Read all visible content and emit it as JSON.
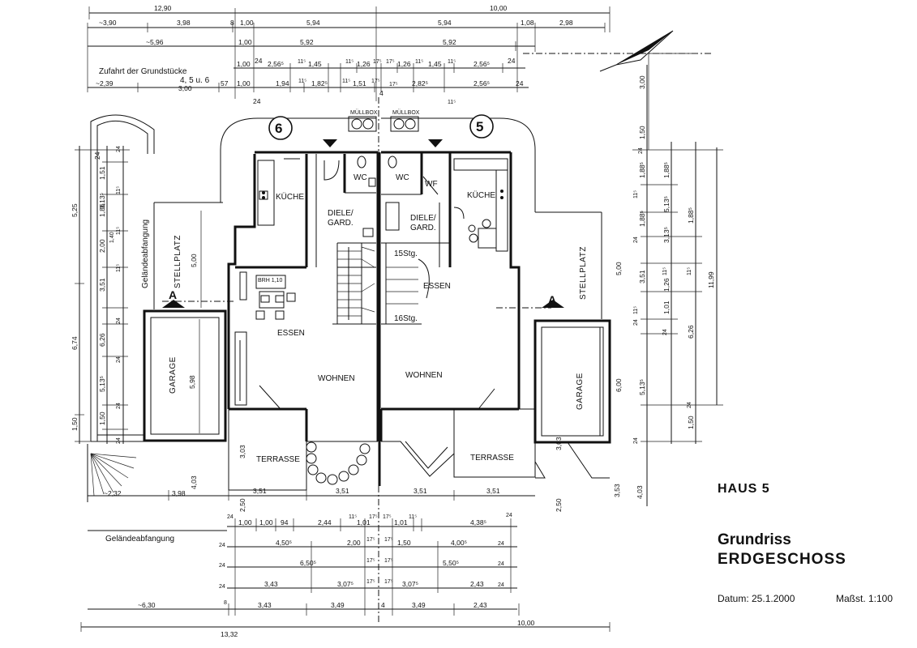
{
  "drawing": {
    "house_label": "HAUS 5",
    "title_line1": "Grundriss",
    "title_line2": "ERDGESCHOSS",
    "date": "Datum: 25.1.2000",
    "scale": "Maßst. 1:100"
  },
  "site_notes": {
    "access": "Zufahrt der Grundstücke",
    "lots": "4, 5 u. 6",
    "embankment_bottom": "Geländeabfangung",
    "embankment_side": "Geländeabfangung"
  },
  "house_numbers": {
    "left": "6",
    "right": "5"
  },
  "section_marks": {
    "left": "A",
    "right": "A"
  },
  "rooms": {
    "left_kitchen": "KÜCHE",
    "left_hall": "DIELE/",
    "left_hall2": "GARD.",
    "left_wc": "WC",
    "left_dining": "ESSEN",
    "left_living": "WOHNEN",
    "left_terrace": "TERRASSE",
    "left_garage": "GARAGE",
    "left_parking": "STELLPLATZ",
    "left_bin": "MÜLLBOX",
    "right_kitchen": "KÜCHE",
    "right_hall": "DIELE/",
    "right_hall2": "GARD.",
    "right_wc": "WC",
    "right_wf": "WF",
    "right_dining": "ESSEN",
    "right_living": "WOHNEN",
    "right_terrace": "TERRASSE",
    "right_garage": "GARAGE",
    "right_parking": "STELLPLATZ",
    "right_bin": "MÜLLBOX",
    "stairs_15": "15Stg.",
    "stairs_16": "16Stg.",
    "brh_note": "BRH 1,10"
  },
  "dims": {
    "top1": [
      "12,90",
      "10,00"
    ],
    "top2": [
      "~3,90",
      "3,98",
      "8",
      "1,00",
      "5,94",
      "5,94",
      "1,08",
      "2,98"
    ],
    "top3": [
      "~5,96",
      "1,00",
      "5,92",
      "5,92"
    ],
    "top4": [
      "1,00",
      "24",
      "2,56⁵",
      "11⁵",
      "1,45",
      "11⁵",
      "1,26",
      "17⁵",
      "17⁵",
      "1,26",
      "11⁵",
      "1,45",
      "11⁵",
      "2,56⁵",
      "24"
    ],
    "top5": [
      "~2,39",
      "3,00",
      "57",
      "1,00",
      "1,94",
      "11⁵",
      "1,82⁵",
      "11⁵",
      "1,51",
      "17⁵",
      "4",
      "17⁵",
      "2,82⁵",
      "2,56⁵",
      "24"
    ],
    "top_misc": [
      "24",
      "24",
      "4",
      "11⁵",
      "4, 5 u. 6"
    ],
    "bottom1": [
      "24",
      "1,00",
      "1,00",
      "94",
      "2,44",
      "11⁵",
      "1,01",
      "17⁵",
      "17⁵",
      "1,01",
      "11⁵",
      "4,38⁵",
      "24"
    ],
    "bottom2": [
      "24",
      "4,50⁵",
      "2,00",
      "17⁵",
      "17⁵",
      "1,50",
      "4,00⁵",
      "24"
    ],
    "bottom3": [
      "24",
      "6,50⁵",
      "17⁵",
      "17⁵",
      "5,50⁵",
      "24"
    ],
    "bottom4": [
      "24",
      "3,43",
      "3,07⁵",
      "17⁵",
      "17⁵",
      "3,07⁵",
      "2,43",
      "24"
    ],
    "bottom5": [
      "~6,30",
      "8",
      "3,43",
      "3,49",
      "4",
      "3,49",
      "2,43"
    ],
    "bottom6": [
      "13,32",
      "10,00"
    ],
    "mid_bottom": [
      "3,51",
      "3,51",
      "3,51",
      "3,51",
      "~2,32",
      "3,98"
    ],
    "left_col1": [
      "5,25",
      "6,74",
      "1,50"
    ],
    "left_col2": [
      "24",
      "1,51",
      "3,13⁵",
      "1,86",
      "2,00",
      "3,51",
      "6,26",
      "5,13⁵",
      "1,50"
    ],
    "left_col3": [
      "24",
      "11⁵",
      "11⁵",
      "1,40",
      "11⁵",
      "24",
      "24",
      "24",
      "24"
    ],
    "left_misc": [
      "5,00",
      "5,98",
      "3,03",
      "4,03",
      "2,50"
    ],
    "right_col1": [
      "3,00",
      "1,50",
      "1,88⁵",
      "1,88⁵",
      "3,13⁵",
      "3,51",
      "1,01",
      "6,26",
      "5,13⁵",
      "1,50"
    ],
    "right_col2": [
      "24",
      "11⁵",
      "24",
      "11⁵",
      "11⁵",
      "24",
      "24",
      "24",
      "24"
    ],
    "right_col3": [
      "5,13⁵",
      "1,26",
      "11⁵",
      "11,99"
    ],
    "right_misc": [
      "5,00",
      "6,00",
      "3,03",
      "2,50",
      "3,53",
      "4,03",
      "1,88⁵"
    ]
  },
  "colors": {
    "ink": "#111111",
    "paper": "#ffffff"
  }
}
